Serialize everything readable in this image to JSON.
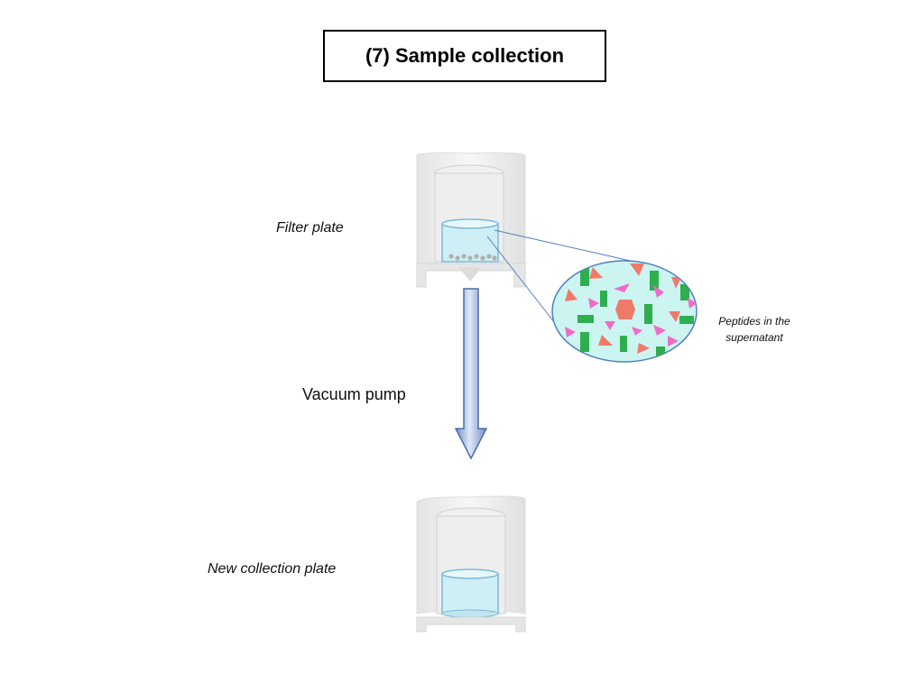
{
  "title": "(7) Sample collection",
  "labels": {
    "filter_plate": "Filter plate",
    "vacuum_pump": "Vacuum pump",
    "new_collection_plate": "New collection plate",
    "peptides_line1": "Peptides in the",
    "peptides_line2": "supernatant"
  },
  "colors": {
    "liquid": "#cdeff5",
    "liquid_edge": "#7fb8d6",
    "arrow_fill": "#8aa6d4",
    "arrow_edge": "#4a6fa8",
    "zoom_fill": "#ccf5f2",
    "zoom_edge": "#4f7fc0",
    "peptide_pink": "#f06bc8",
    "peptide_salmon": "#f07a6a",
    "peptide_green": "#2fae4f"
  },
  "icons": [
    "filter-plate-well-icon",
    "down-arrow-icon",
    "magnified-view-icon",
    "collection-plate-well-icon"
  ]
}
